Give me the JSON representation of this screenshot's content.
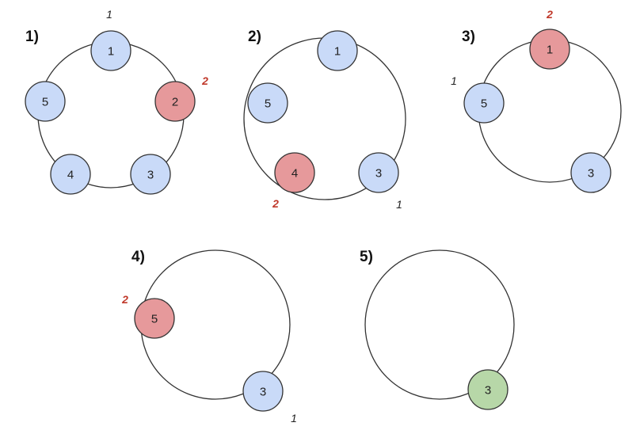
{
  "colors": {
    "normal": "#c9daf8",
    "eliminated": "#e6999b",
    "winner": "#b7d7a8",
    "count_plain": "#222222",
    "count_highlight": "#c0392b"
  },
  "panels": [
    {
      "label": "1)",
      "nodes": [
        {
          "text": "1",
          "state": "normal"
        },
        {
          "text": "2",
          "state": "eliminated"
        },
        {
          "text": "3",
          "state": "normal"
        },
        {
          "text": "4",
          "state": "normal"
        },
        {
          "text": "5",
          "state": "normal"
        }
      ],
      "counts": [
        {
          "text": "1",
          "style": "plain"
        },
        {
          "text": "2",
          "style": "highlight"
        }
      ]
    },
    {
      "label": "2)",
      "nodes": [
        {
          "text": "1",
          "state": "normal"
        },
        {
          "text": "3",
          "state": "normal"
        },
        {
          "text": "4",
          "state": "eliminated"
        },
        {
          "text": "5",
          "state": "normal"
        }
      ],
      "counts": [
        {
          "text": "1",
          "style": "plain"
        },
        {
          "text": "2",
          "style": "highlight"
        }
      ]
    },
    {
      "label": "3)",
      "nodes": [
        {
          "text": "1",
          "state": "eliminated"
        },
        {
          "text": "3",
          "state": "normal"
        },
        {
          "text": "5",
          "state": "normal"
        }
      ],
      "counts": [
        {
          "text": "1",
          "style": "plain"
        },
        {
          "text": "2",
          "style": "highlight"
        }
      ]
    },
    {
      "label": "4)",
      "nodes": [
        {
          "text": "3",
          "state": "normal"
        },
        {
          "text": "5",
          "state": "eliminated"
        }
      ],
      "counts": [
        {
          "text": "1",
          "style": "plain"
        },
        {
          "text": "2",
          "style": "highlight"
        }
      ]
    },
    {
      "label": "5)",
      "nodes": [
        {
          "text": "3",
          "state": "winner"
        }
      ],
      "counts": []
    }
  ]
}
